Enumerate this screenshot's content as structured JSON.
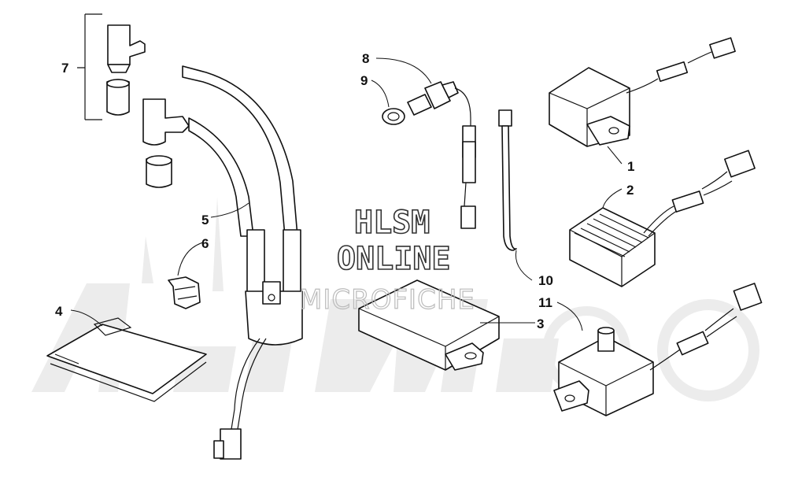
{
  "watermark": {
    "line1": "HLSM",
    "line2": "ONLINE",
    "line3": "MICROFICHE"
  },
  "callouts": [
    {
      "id": "1",
      "label": "1"
    },
    {
      "id": "2",
      "label": "2"
    },
    {
      "id": "3",
      "label": "3"
    },
    {
      "id": "4",
      "label": "4"
    },
    {
      "id": "5",
      "label": "5"
    },
    {
      "id": "6",
      "label": "6"
    },
    {
      "id": "7",
      "label": "7"
    },
    {
      "id": "8",
      "label": "8"
    },
    {
      "id": "9",
      "label": "9"
    },
    {
      "id": "10",
      "label": "10"
    },
    {
      "id": "11",
      "label": "11"
    }
  ],
  "colors": {
    "line": "#111111",
    "background": "#ffffff",
    "watermark_bg": "#ececec"
  }
}
